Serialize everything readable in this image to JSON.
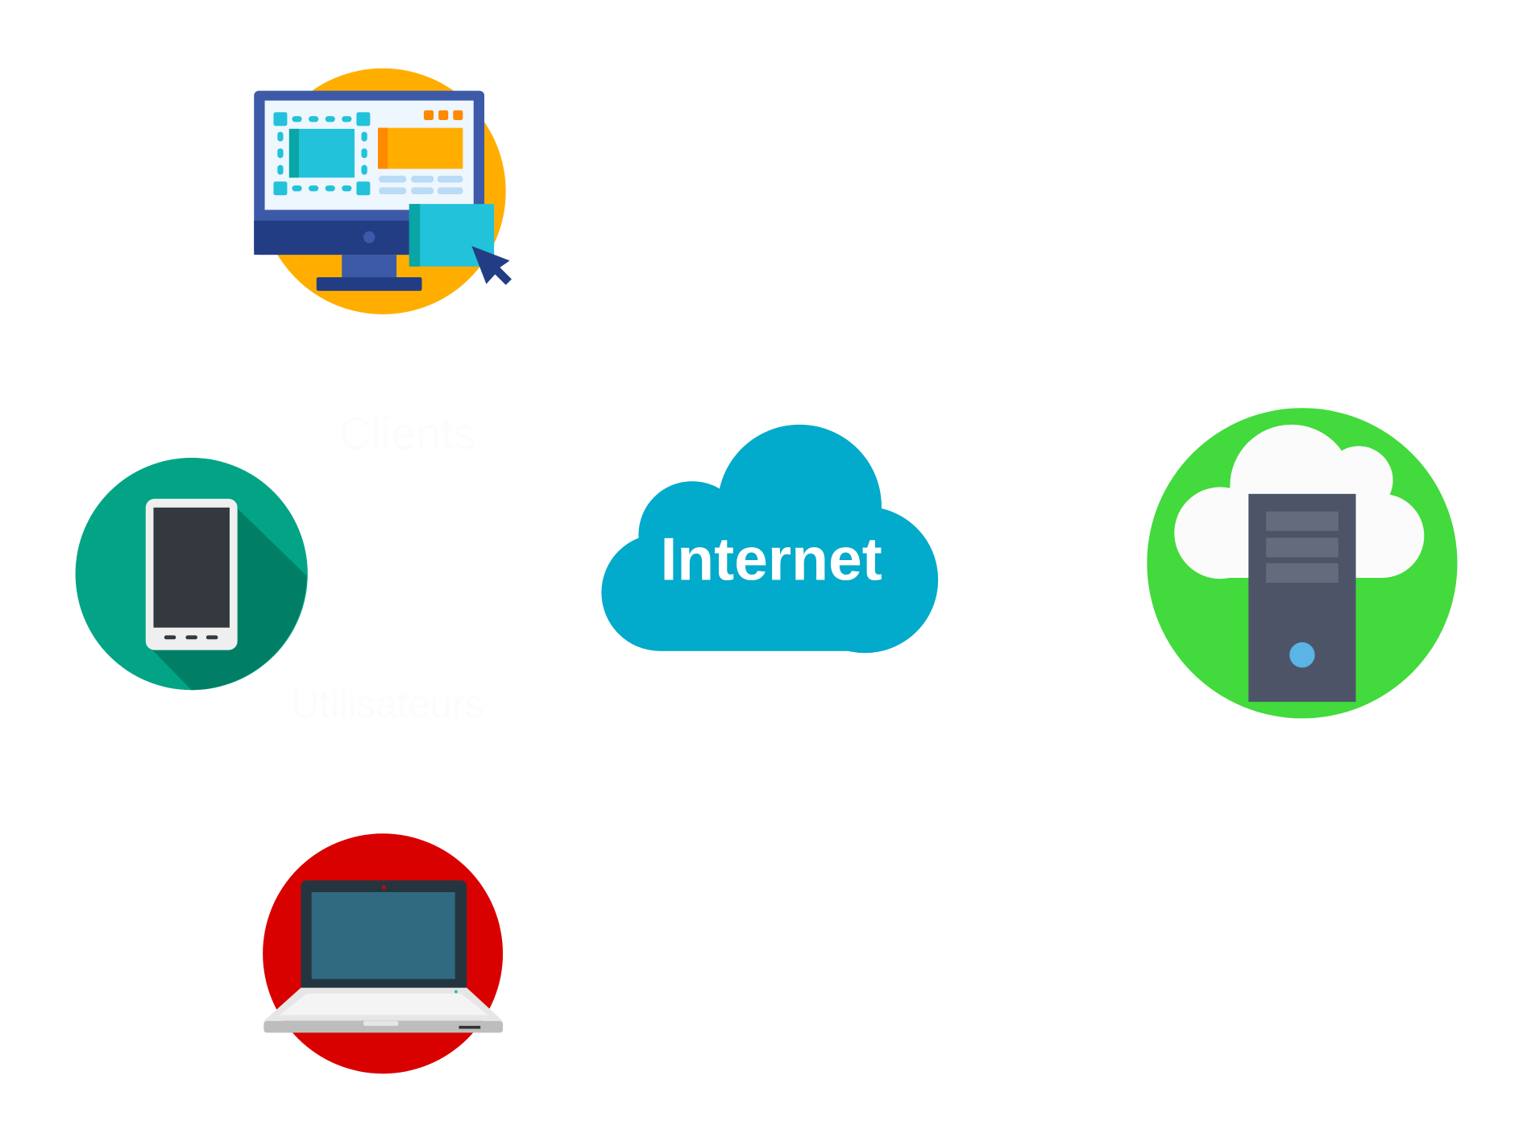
{
  "diagram": {
    "cloud_label": "Internet",
    "labels": {
      "clients": "Clients",
      "users": "Utilisateurs"
    },
    "nodes": [
      {
        "id": "desktop",
        "icon": "desktop-monitor-icon"
      },
      {
        "id": "tablet",
        "icon": "tablet-icon"
      },
      {
        "id": "laptop",
        "icon": "laptop-icon"
      },
      {
        "id": "internet",
        "icon": "cloud-icon"
      },
      {
        "id": "server",
        "icon": "cloud-server-icon"
      }
    ],
    "colors": {
      "desktop_bg": "#FFAE00",
      "tablet_bg": "#02A485",
      "laptop_bg": "#D90000",
      "cloud": "#02AACB",
      "server_bg": "#42DA3C",
      "server_body": "#4D5467"
    }
  }
}
